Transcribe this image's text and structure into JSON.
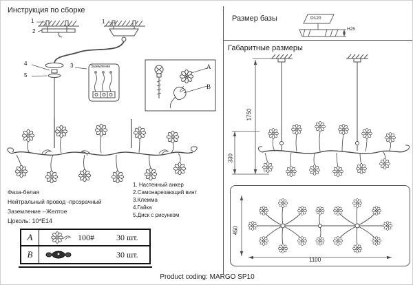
{
  "title": "Инструкция по сборке",
  "product_coding": "Product coding: MARGO SP10",
  "callouts": {
    "anchor_left": "1",
    "screw_left": "2",
    "anchor_right": "1",
    "nut": "4",
    "disc": "5",
    "terminal": "3"
  },
  "labels": {
    "grounding": "Заземление",
    "detail_a": "A",
    "detail_b": "B"
  },
  "parts_list": [
    "1. Настенный анкер",
    "2.Самонарезающий винт",
    "3.Клемма",
    "4.Гайка",
    "5.Диск с рисунком"
  ],
  "wiring_notes": [
    "Фаза-белая",
    "Нейтральный провод -прозрачный",
    "Заземление --Желтое"
  ],
  "socket_note": "Цоколь: 10*E14",
  "table": {
    "row_a": {
      "letter": "A",
      "code": "100#",
      "count": "30 шт."
    },
    "row_b": {
      "letter": "B",
      "count": "30 шт."
    }
  },
  "dimensions": {
    "base_title": "Размер базы",
    "base_diameter": "D120",
    "base_height": "H25",
    "overall_title": "Габаритные размеры",
    "drop": "1750",
    "body_height": "330",
    "depth": "450",
    "width": "1100"
  }
}
